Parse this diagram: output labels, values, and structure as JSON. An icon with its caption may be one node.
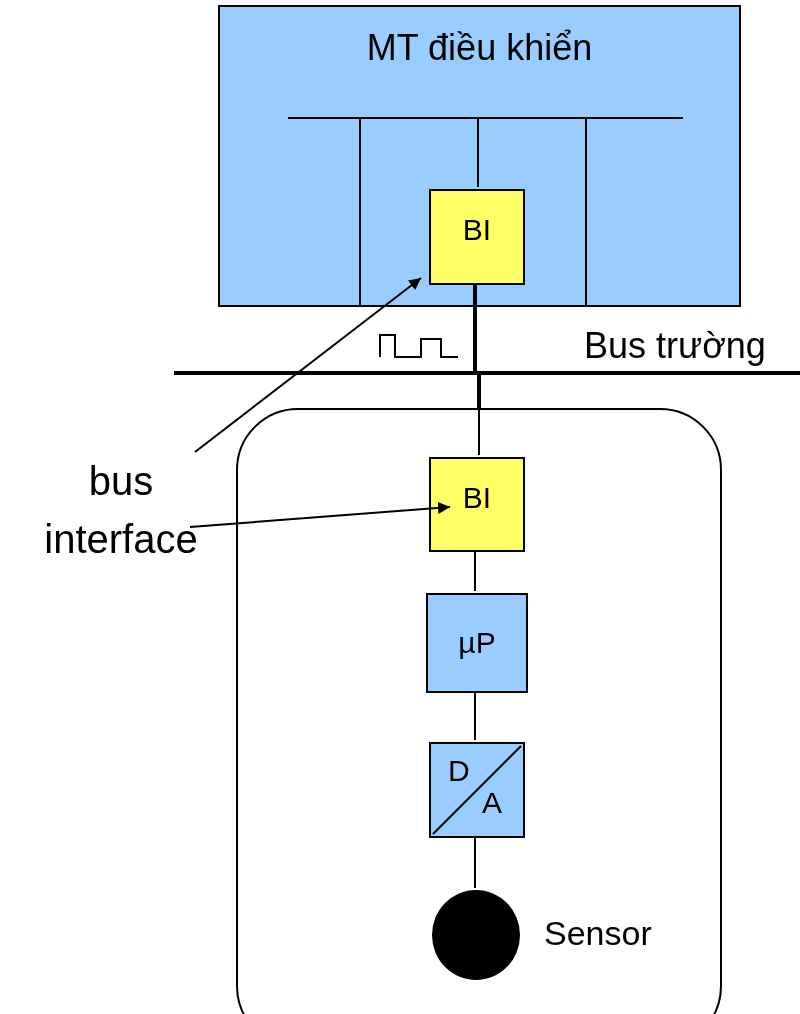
{
  "diagram": {
    "nodes": [
      {
        "text": [
          "MT điều khiển"
        ]
      },
      {
        "text": [
          "BI"
        ],
        "in": 0
      },
      {
        "text": [],
        "shape": "bar",
        "beside": [
          "Bus trường"
        ]
      },
      {
        "text": [],
        "shape": "box"
      },
      {
        "text": [
          "BI"
        ],
        "in": 3
      },
      {
        "text": [
          "µP"
        ],
        "in": 3
      },
      {
        "text": [
          "D",
          "A"
        ],
        "in": 3
      },
      {
        "text": [],
        "shape": "circle",
        "in": 3,
        "beside": [
          "Sensor"
        ]
      },
      {
        "text": [
          "bus interface"
        ]
      }
    ],
    "edges": [
      {
        "from": 1,
        "to": 2,
        "arrow": "none",
        "style": "thick"
      },
      {
        "from": 2,
        "to": 3,
        "arrow": "none",
        "style": "thick"
      },
      {
        "from": 3,
        "to": 4,
        "arrow": "none"
      },
      {
        "from": 4,
        "to": 5,
        "arrow": "none"
      },
      {
        "from": 5,
        "to": 6,
        "arrow": "none"
      },
      {
        "from": 6,
        "to": 7,
        "arrow": "none"
      },
      {
        "from": 8,
        "to": 1,
        "arrow": "to"
      },
      {
        "from": 8,
        "to": 4,
        "arrow": "to"
      }
    ]
  }
}
